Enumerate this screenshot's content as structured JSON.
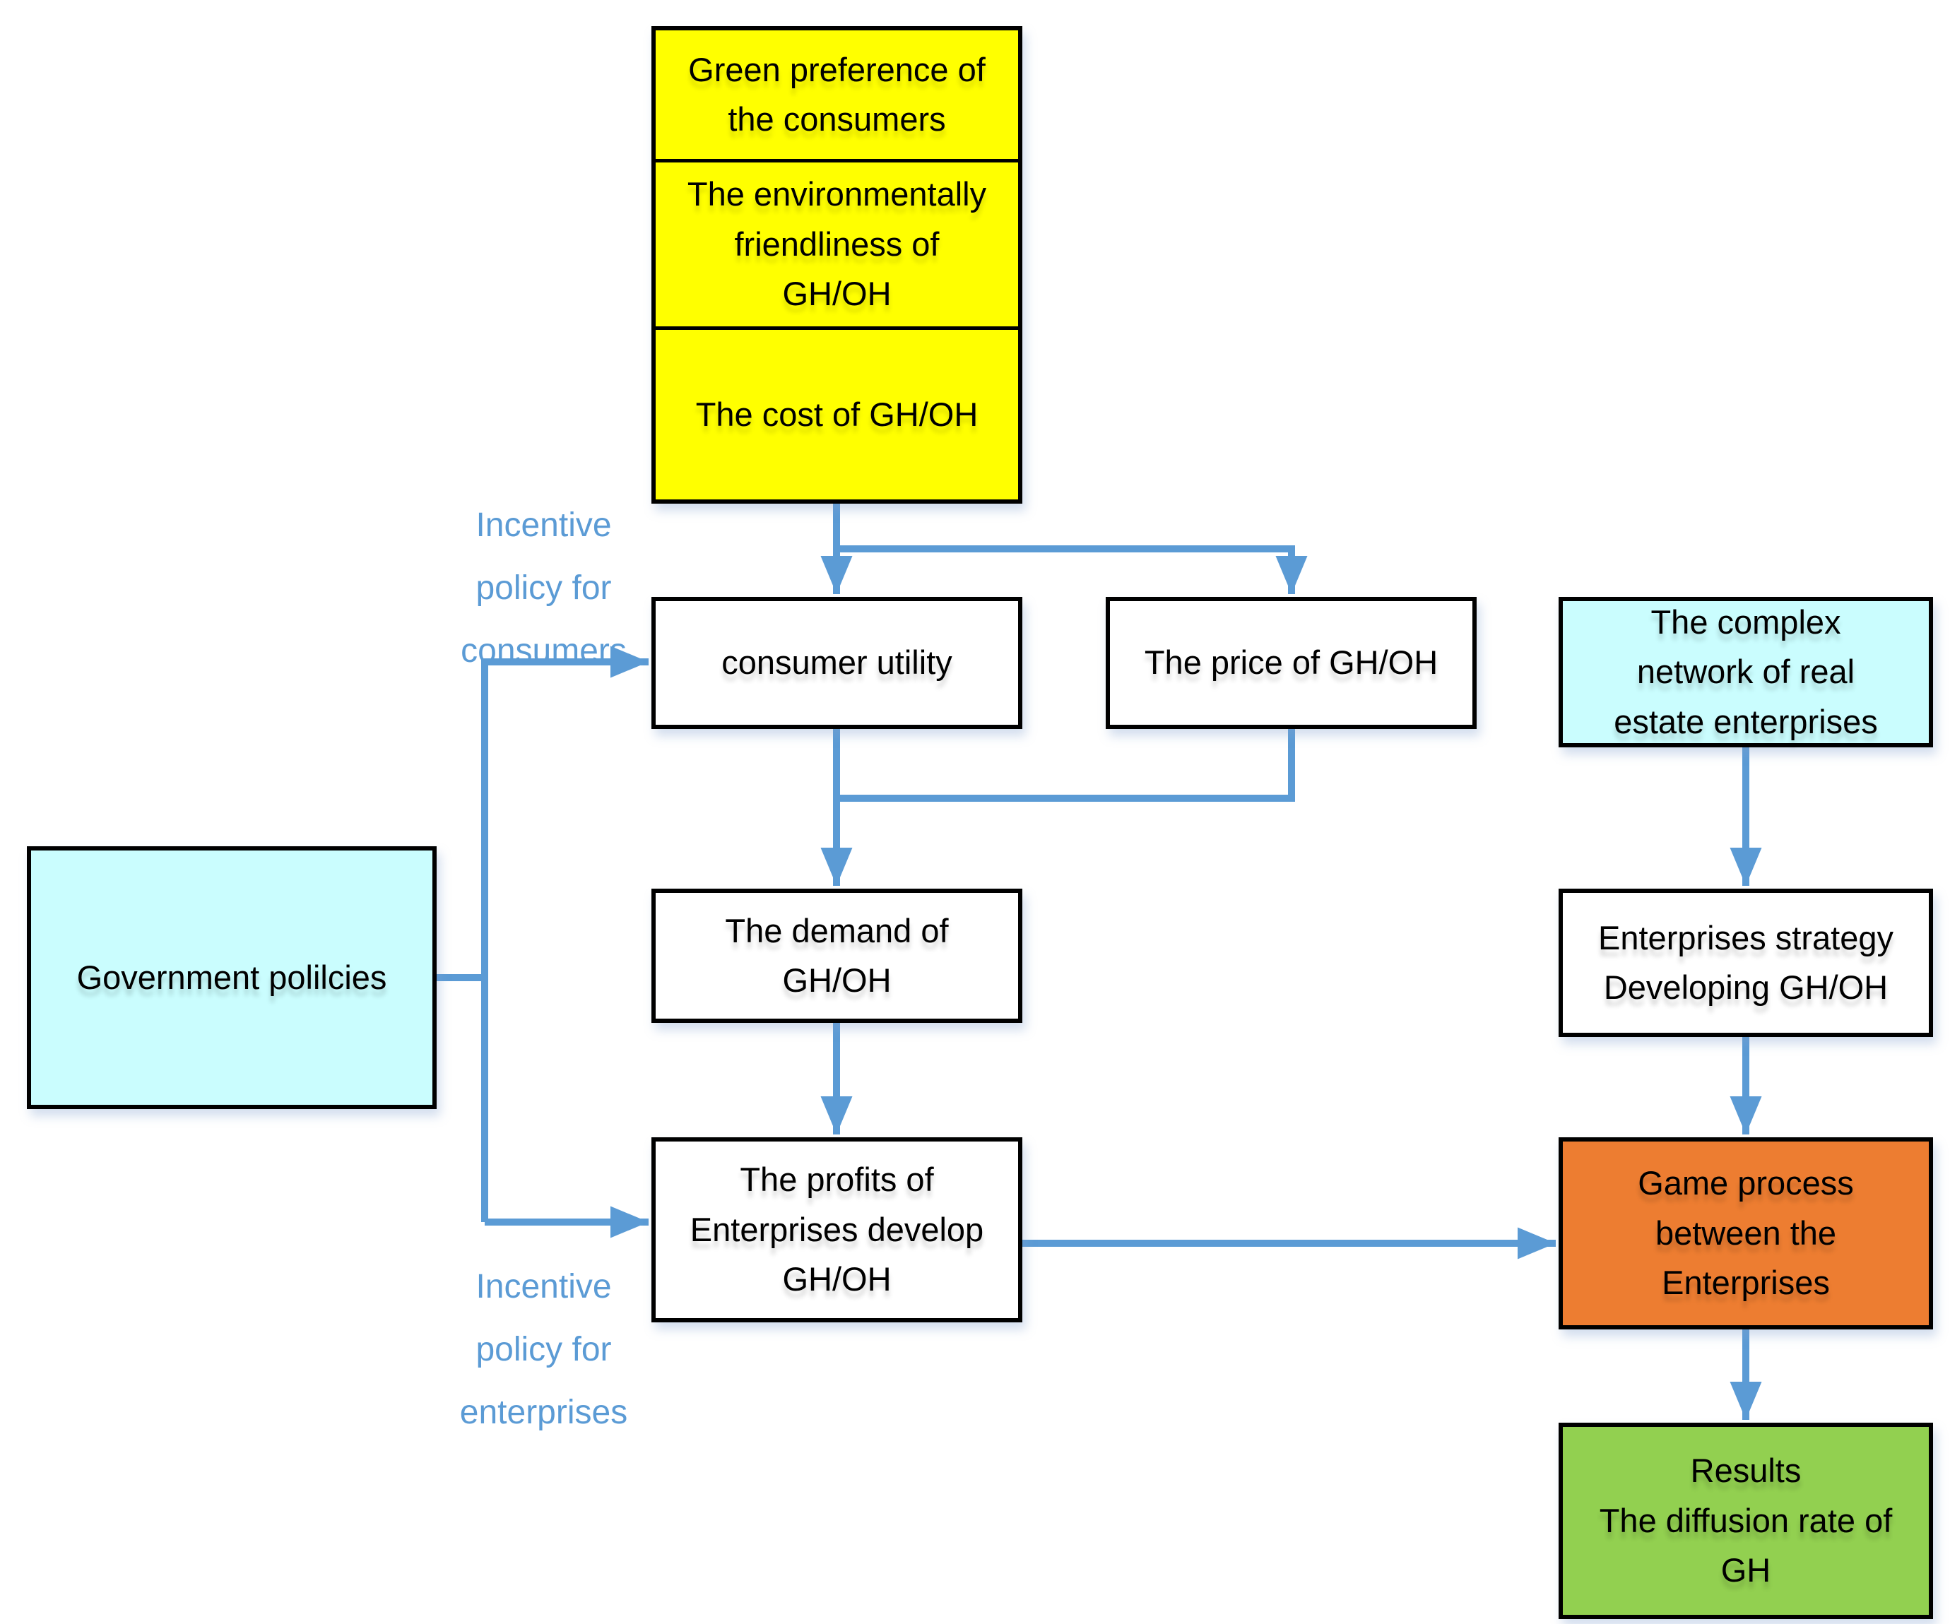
{
  "colors": {
    "accent_blue": "#5B9BD5",
    "yellow": "#FFFF00",
    "cyan": "#CAFDFE",
    "orange": "#ED7D31",
    "green": "#92D050",
    "box_border": "#000000",
    "box_text": "#000000"
  },
  "nodes": {
    "green_preference": {
      "label": "Green preference of\nthe consumers"
    },
    "env_friendliness": {
      "label": "The environmentally\nfriendliness of\nGH/OH"
    },
    "cost_ghoh": {
      "label": "The cost of GH/OH"
    },
    "consumer_utility": {
      "label": "consumer utility"
    },
    "price_ghoh": {
      "label": "The price of GH/OH"
    },
    "complex_network": {
      "label": "The complex\nnetwork of real\nestate enterprises"
    },
    "demand_ghoh": {
      "label": "The demand of\nGH/OH"
    },
    "enterprises_strategy": {
      "label": "Enterprises strategy\nDeveloping GH/OH"
    },
    "government_policies": {
      "label": "Government polilcies"
    },
    "profits_enterprises": {
      "label": "The profits of\nEnterprises develop\nGH/OH"
    },
    "game_process": {
      "label": "Game process\nbetween the\nEnterprises"
    },
    "results": {
      "label": "Results\nThe diffusion rate of\nGH"
    }
  },
  "annotations": {
    "incentive_consumers": "Incentive\npolicy for\nconsumers",
    "incentive_enterprises": "Incentive\npolicy for\nenterprises"
  },
  "edges": [
    {
      "from": "yellow_inputs",
      "to": "consumer_utility"
    },
    {
      "from": "yellow_inputs",
      "to": "price_ghoh"
    },
    {
      "from": "consumer_utility",
      "to": "demand_ghoh"
    },
    {
      "from": "price_ghoh",
      "to": "demand_ghoh"
    },
    {
      "from": "demand_ghoh",
      "to": "profits_enterprises"
    },
    {
      "from": "government_policies",
      "to": "consumer_utility",
      "label": "Incentive policy for consumers"
    },
    {
      "from": "government_policies",
      "to": "profits_enterprises",
      "label": "Incentive policy for enterprises"
    },
    {
      "from": "profits_enterprises",
      "to": "game_process"
    },
    {
      "from": "complex_network",
      "to": "enterprises_strategy"
    },
    {
      "from": "enterprises_strategy",
      "to": "game_process"
    },
    {
      "from": "game_process",
      "to": "results"
    }
  ]
}
